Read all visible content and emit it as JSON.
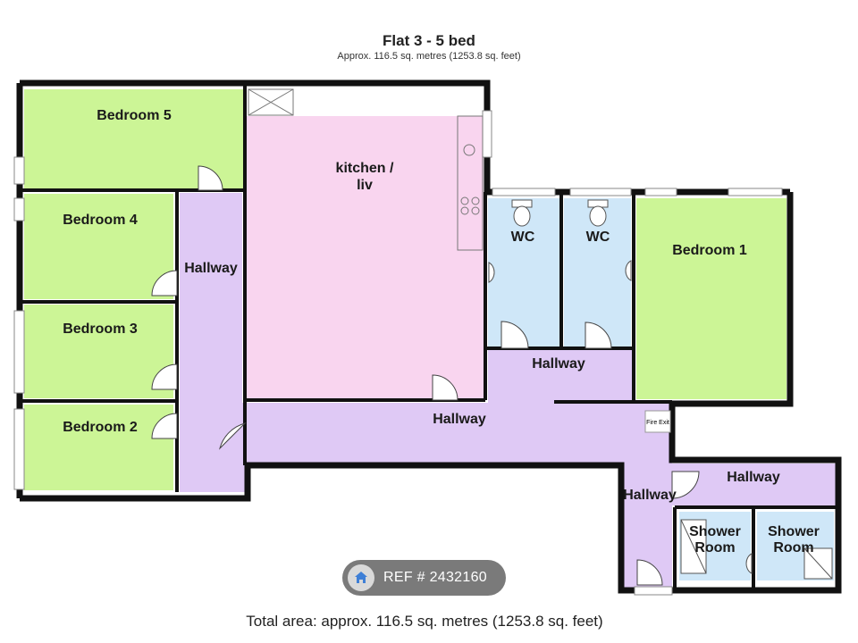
{
  "header": {
    "title": "Flat 3 - 5 bed",
    "subtitle": "Approx. 116.5 sq. metres (1253.8 sq. feet)"
  },
  "rooms": {
    "bedroom5": "Bedroom 5",
    "bedroom4": "Bedroom 4",
    "bedroom3": "Bedroom 3",
    "bedroom2": "Bedroom 2",
    "bedroom1": "Bedroom 1",
    "kitchen_line1": "kitchen /",
    "kitchen_line2": "liv",
    "wc1": "WC",
    "wc2": "WC",
    "hallway_left": "Hallway",
    "hallway_top_right": "Hallway",
    "hallway_main": "Hallway",
    "hallway_vertical": "Hallway",
    "hallway_lower_right": "Hallway",
    "shower1_line1": "Shower",
    "shower1_line2": "Room",
    "shower2_line1": "Shower",
    "shower2_line2": "Room",
    "fire_exit": "Fire Exit"
  },
  "ref_badge": {
    "text": "REF # 2432160",
    "icon": "home-icon"
  },
  "footer": {
    "total_area": "Total area: approx. 116.5 sq. metres (1253.8 sq. feet)"
  },
  "colors": {
    "bedroom": "#ccf596",
    "kitchen": "#f9d5ef",
    "wc": "#cfe7f8",
    "hallway": "#dfc9f5",
    "wall": "#111111"
  }
}
